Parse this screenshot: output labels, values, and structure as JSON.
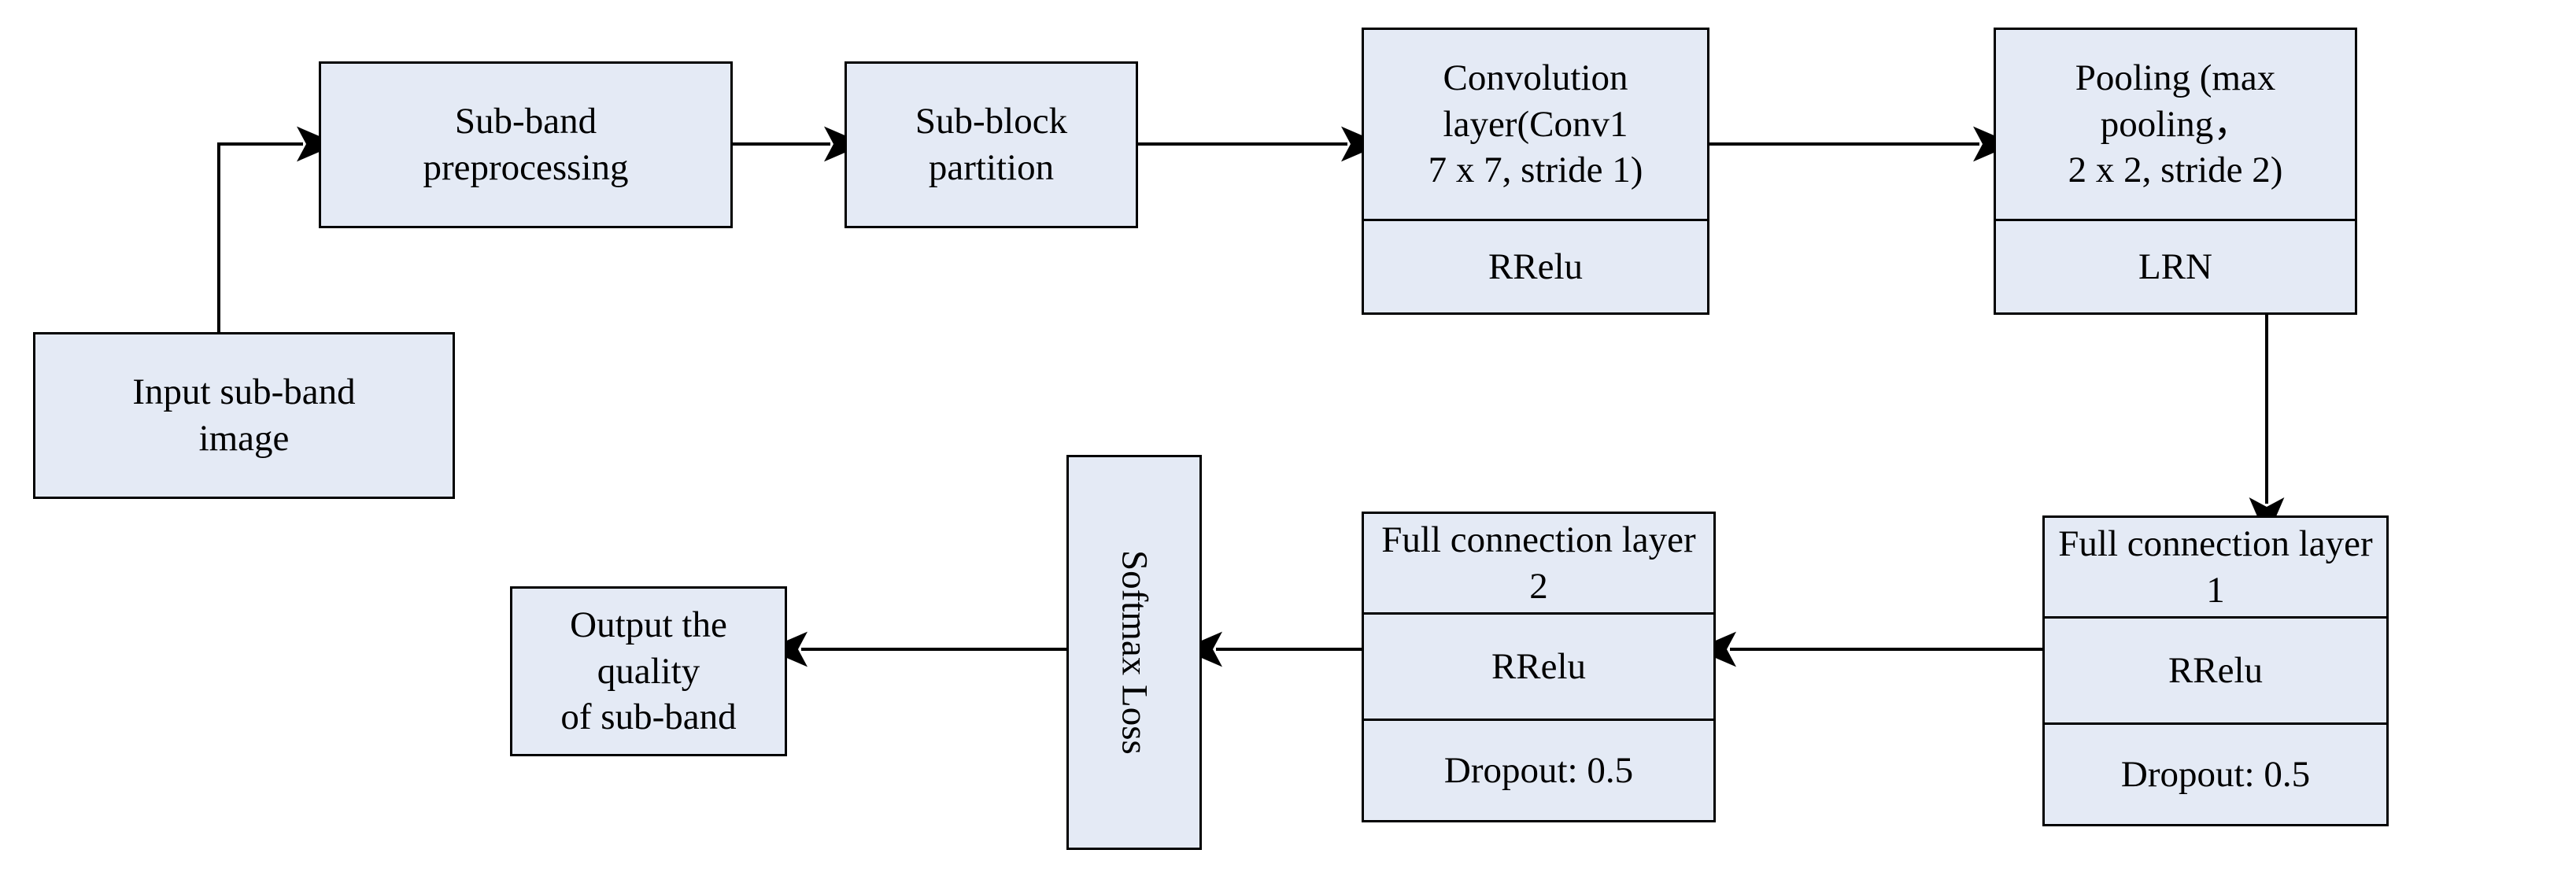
{
  "diagram": {
    "title": "Sub-band image quality assessment CNN pipeline",
    "fill_color": "#e4eaf5",
    "border_color": "#000000",
    "background_color": "#ffffff",
    "nodes": {
      "input": {
        "label": "Input sub-band\nimage"
      },
      "preprocessing": {
        "label": "Sub-band\npreprocessing"
      },
      "partition": {
        "label": "Sub-block partition"
      },
      "conv1": {
        "label": "Convolution layer(Conv1\n7 x 7, stride 1)",
        "activation": "RRelu"
      },
      "pooling": {
        "label": "Pooling (max pooling，\n2 x 2, stride 2)",
        "normalization": "LRN"
      },
      "fc1": {
        "label": "Full connection layer 1",
        "activation": "RRelu",
        "dropout": "Dropout: 0.5"
      },
      "fc2": {
        "label": "Full connection layer 2",
        "activation": "RRelu",
        "dropout": "Dropout: 0.5"
      },
      "softmax": {
        "label": "Softmax Loss"
      },
      "output": {
        "label": "Output the quality\nof sub-band"
      }
    },
    "edges": [
      {
        "name": "input-to-preprocessing",
        "from": "input",
        "to": "preprocessing",
        "style": "elbow"
      },
      {
        "name": "preprocessing-to-partition",
        "from": "preprocessing",
        "to": "partition",
        "style": "straight-right"
      },
      {
        "name": "partition-to-conv1",
        "from": "partition",
        "to": "conv1",
        "style": "straight-right"
      },
      {
        "name": "conv1-to-pooling",
        "from": "conv1",
        "to": "pooling",
        "style": "straight-right"
      },
      {
        "name": "pooling-to-fc1",
        "from": "pooling",
        "to": "fc1",
        "style": "straight-down"
      },
      {
        "name": "fc1-to-fc2",
        "from": "fc1",
        "to": "fc2",
        "style": "straight-left"
      },
      {
        "name": "fc2-to-softmax",
        "from": "fc2",
        "to": "softmax",
        "style": "straight-left"
      },
      {
        "name": "softmax-to-output",
        "from": "softmax",
        "to": "output",
        "style": "straight-left"
      }
    ]
  }
}
